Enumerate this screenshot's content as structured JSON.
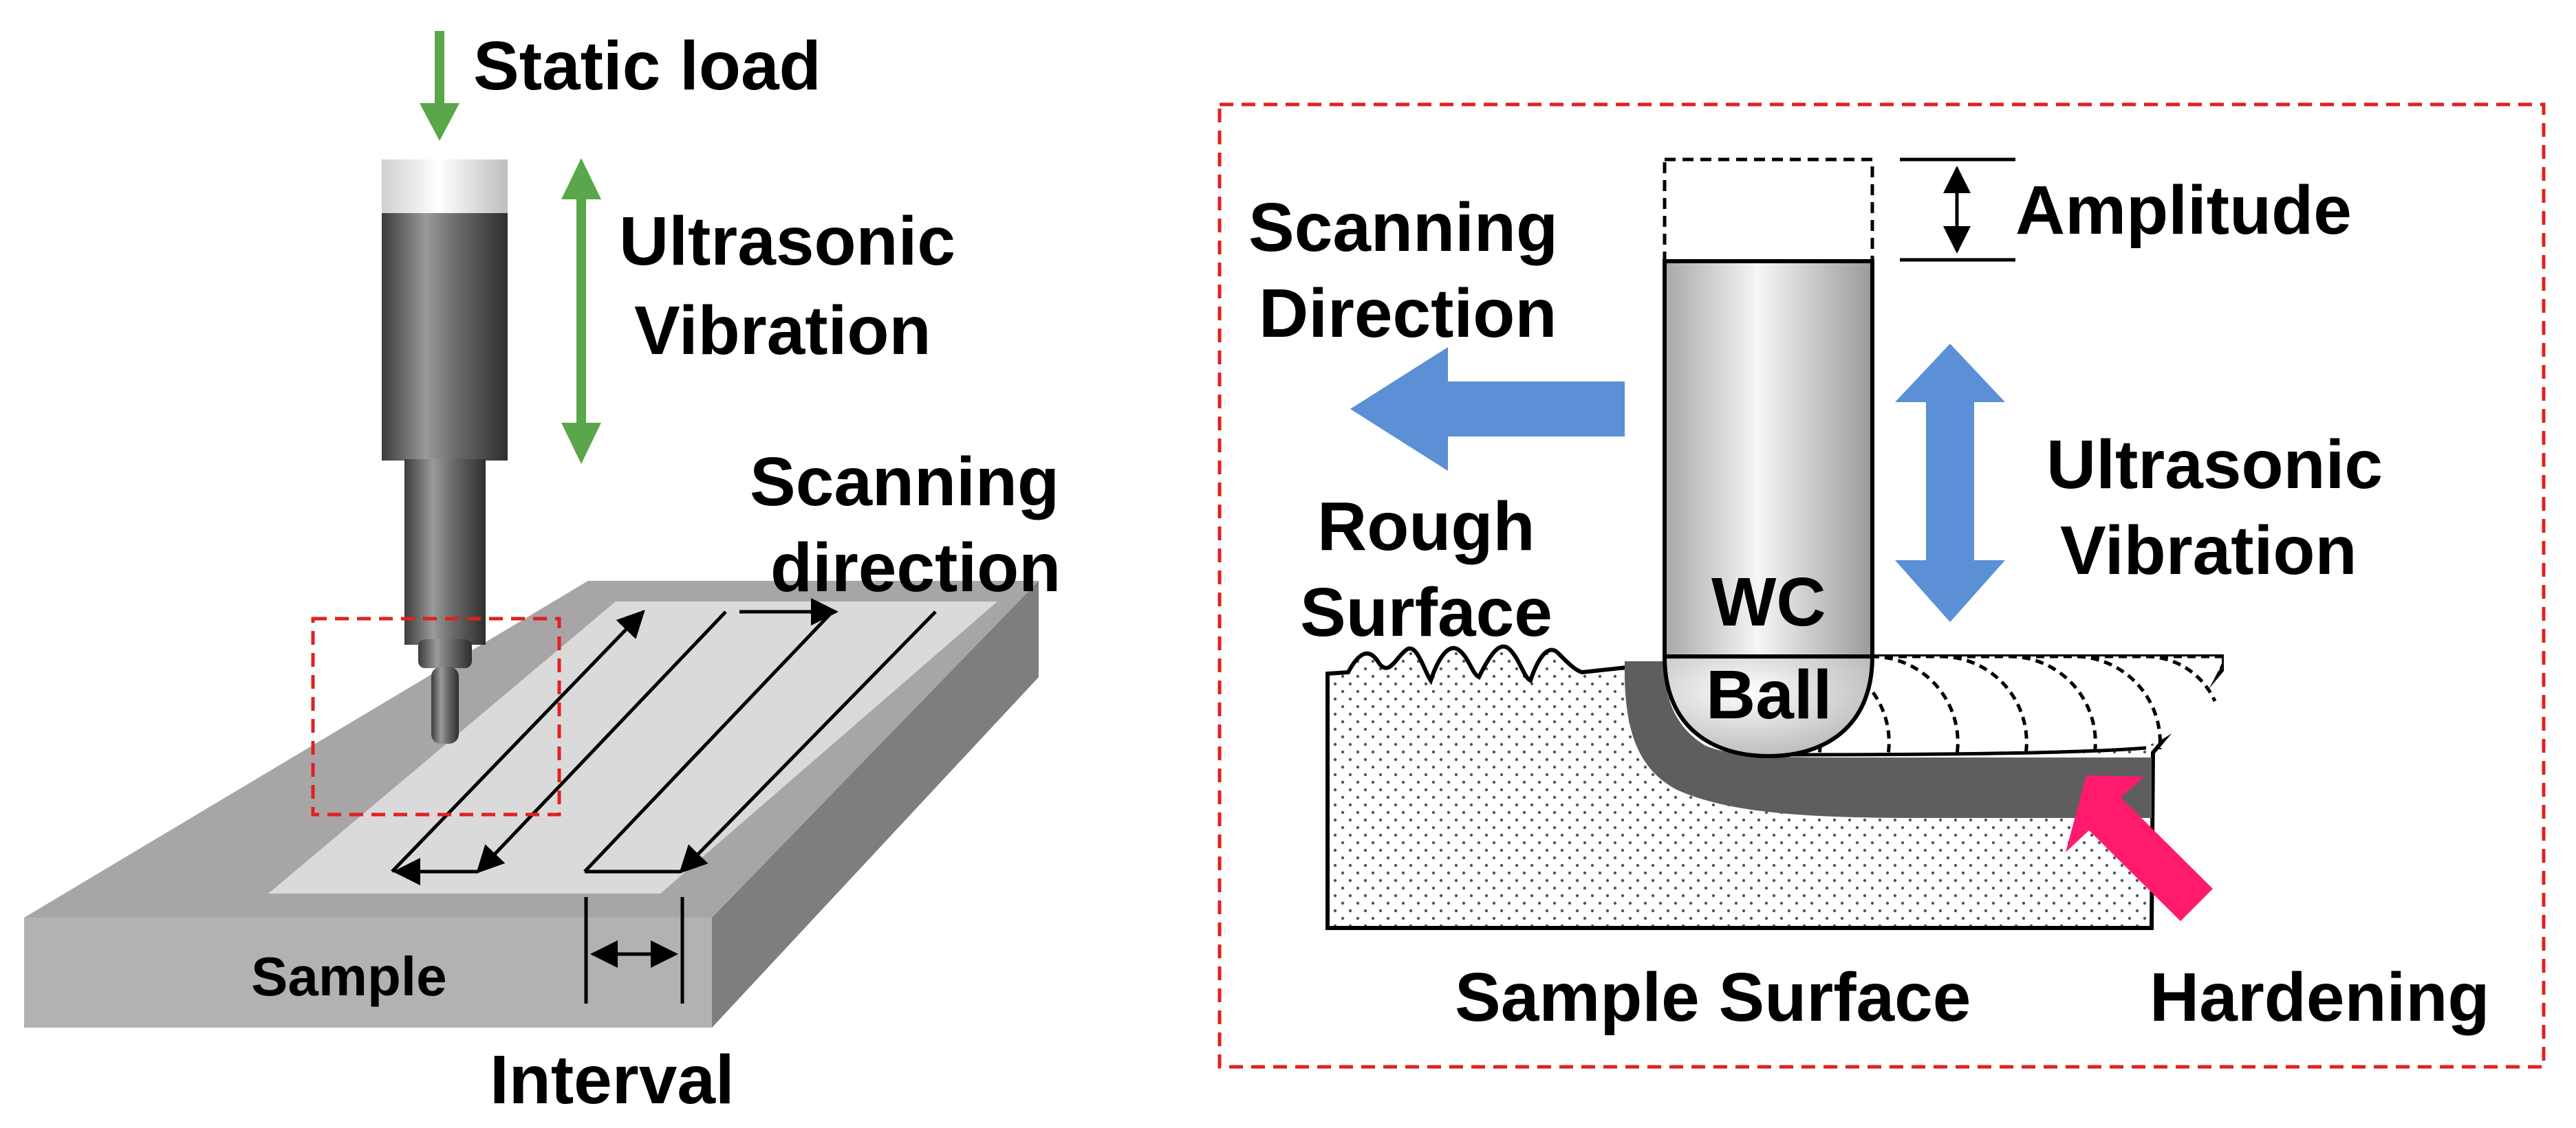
{
  "left_panel": {
    "static_load": "Static load",
    "ultrasonic_line1": "Ultrasonic",
    "ultrasonic_line2": "Vibration",
    "scanning_line1": "Scanning",
    "scanning_line2": "direction",
    "sample": "Sample",
    "interval": "Interval"
  },
  "right_panel": {
    "amplitude": "Amplitude",
    "scanning_line1": "Scanning",
    "scanning_line2": "Direction",
    "ultrasonic_line1": "Ultrasonic",
    "ultrasonic_line2": "Vibration",
    "rough_line1": "Rough",
    "rough_line2": "Surface",
    "wc": "WC",
    "ball": "Ball",
    "sample_surface": "Sample Surface",
    "hardening": "Hardening"
  },
  "colors": {
    "green_arrow": "#5aa64a",
    "blue_arrow": "#5b8fd6",
    "pink_arrow": "#ff1a6e",
    "dashed_box": "#e02020",
    "hardened_layer": "#5e5e5e"
  }
}
